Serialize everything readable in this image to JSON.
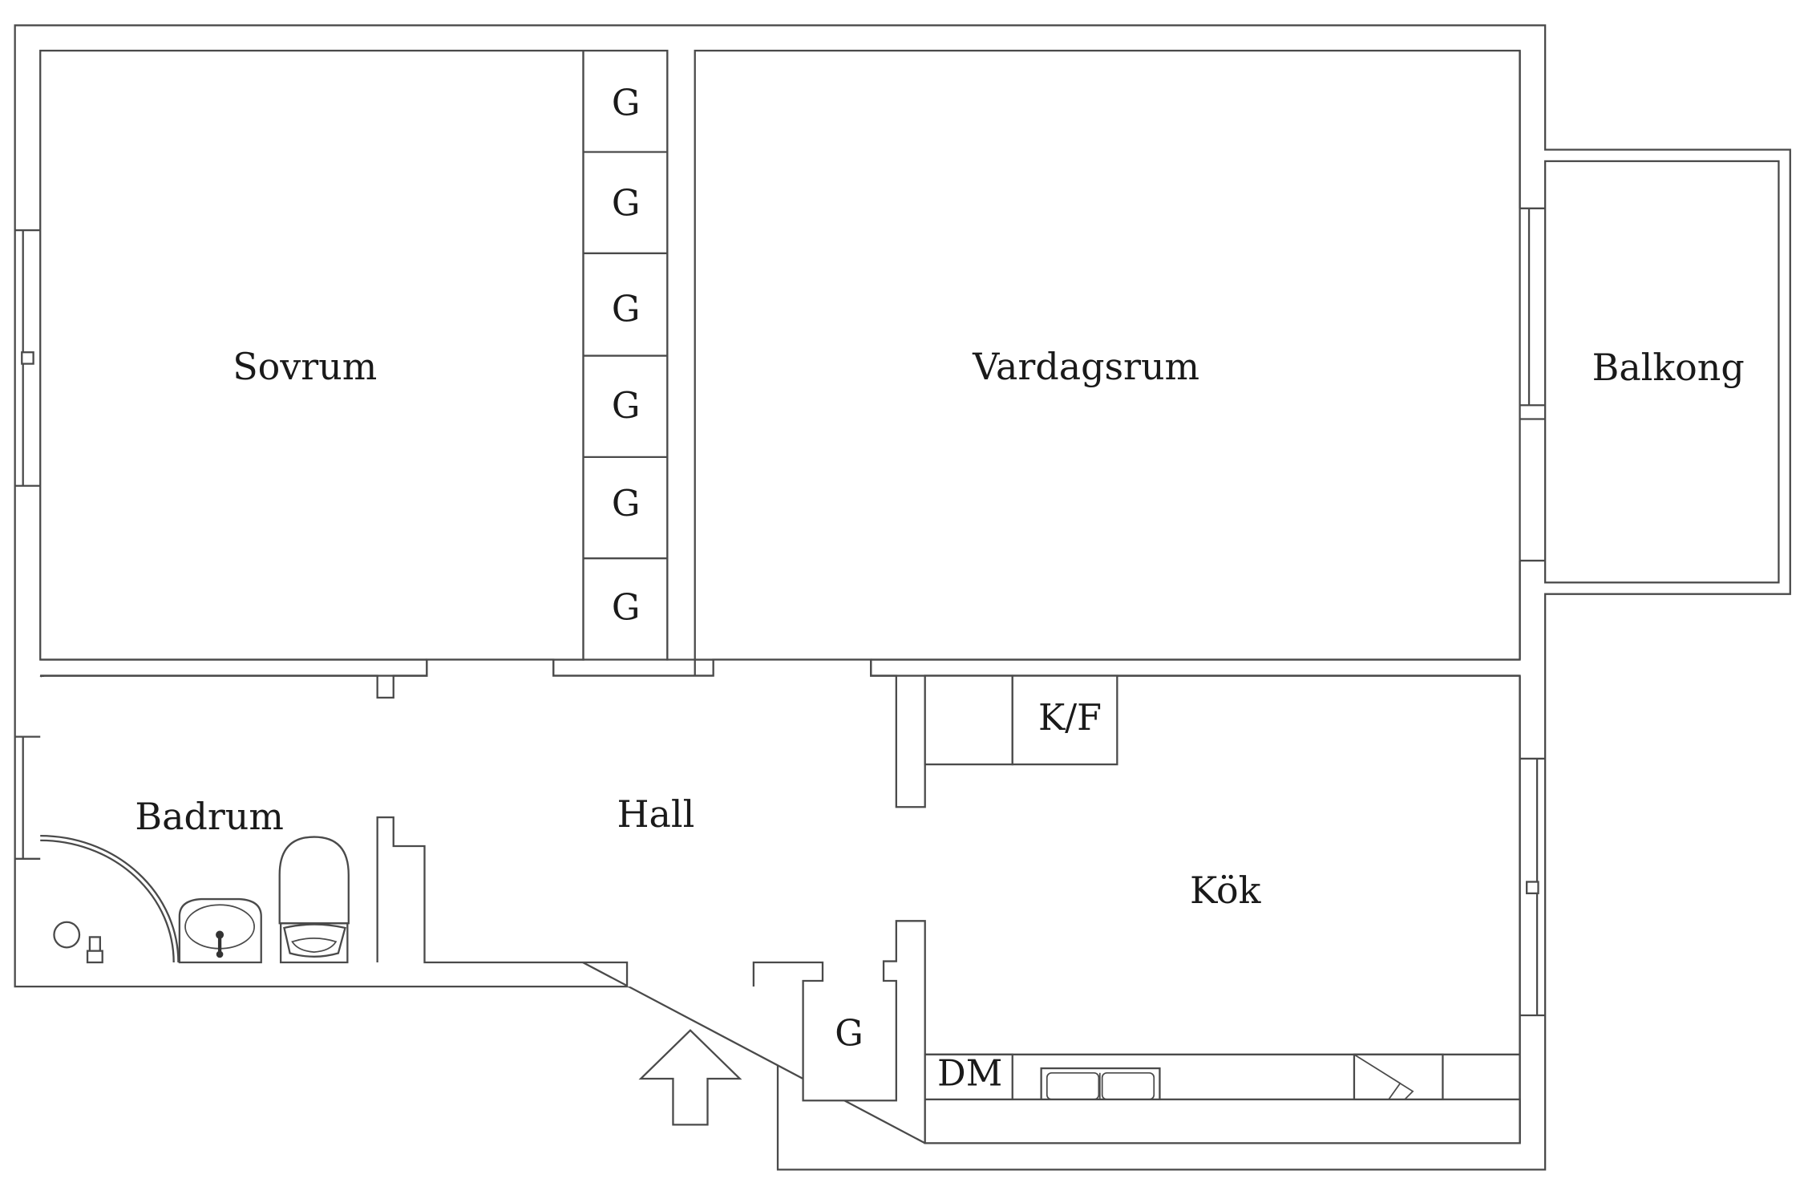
{
  "rooms": {
    "sovrum": "Sovrum",
    "vardagsrum": "Vardagsrum",
    "balkong": "Balkong",
    "badrum": "Badrum",
    "hall": "Hall",
    "kok": "Kök"
  },
  "labels": {
    "wardrobe": "G",
    "fridge_freezer": "K/F",
    "dishwasher": "DM"
  },
  "icons": [
    "entrance-arrow-icon",
    "toilet-icon",
    "washbasin-icon",
    "shower-icon",
    "kitchen-sink-icon",
    "stove-hood-icon",
    "window-icon"
  ]
}
